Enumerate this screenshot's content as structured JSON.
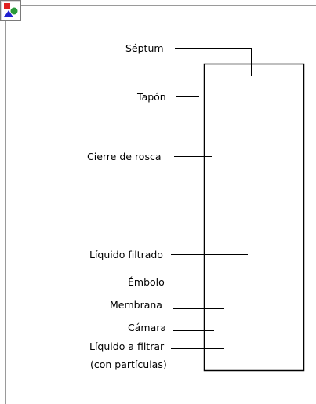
{
  "labels": {
    "septum": "Séptum",
    "tapon": "Tapón",
    "cierre": "Cierre de rosca",
    "liquido_filtrado": "Líquido filtrado",
    "embolo": "Émbolo",
    "membrana": "Membrana",
    "camara": "Cámara",
    "liquido_a_filtrar": "Líquido a filtrar",
    "con_particulas": "(con partículas)"
  },
  "colors": {
    "line": "#000000",
    "border": "#9a9a9a",
    "icon_red": "#e02020",
    "icon_green": "#2a9a3a",
    "icon_blue": "#2020d0"
  },
  "icon": "image-placeholder-icon"
}
